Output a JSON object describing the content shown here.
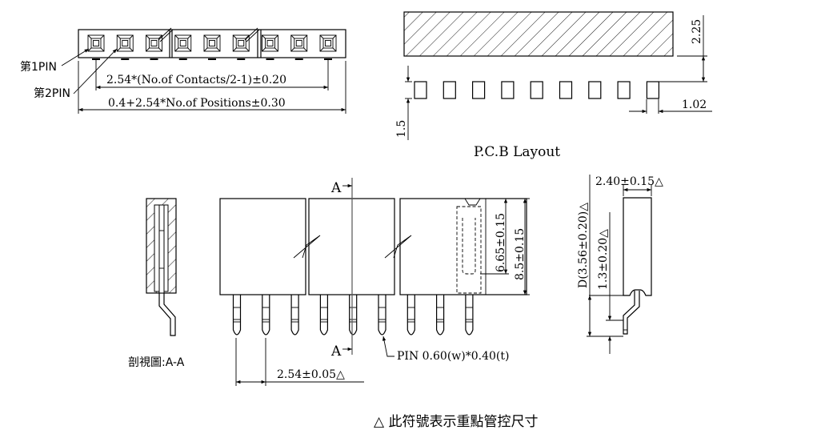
{
  "top_view": {
    "pin1_label": "第1PIN",
    "pin2_label": "第2PIN",
    "pitch_row_dim": "2.54*(No.of Contacts/2-1)±0.20",
    "overall_length_dim": "0.4+2.54*No.of Positions±0.30",
    "visible_contacts": 9
  },
  "pcb_layout": {
    "title": "P.C.B Layout",
    "dim_body_gap": "2.25",
    "dim_pad_length": "1.5",
    "dim_pad_width": "1.02",
    "pad_count": 9
  },
  "front_view": {
    "section_marker": "A",
    "dim_socket_depth": "6.65±0.15",
    "dim_body_height": "8.5±0.15",
    "pin_spec": "PIN 0.60(w)*0.40(t)",
    "dim_pitch": "2.54±0.05△",
    "pin_count": 9
  },
  "section_view": {
    "caption": "剖視圖:A-A"
  },
  "side_view": {
    "dim_width": "2.40±0.15△",
    "dim_offset": "D(3.56±0.20)△",
    "dim_bend": "1.3±0.20△"
  },
  "legend": {
    "note": "△ 此符號表示重點管控尺寸"
  }
}
